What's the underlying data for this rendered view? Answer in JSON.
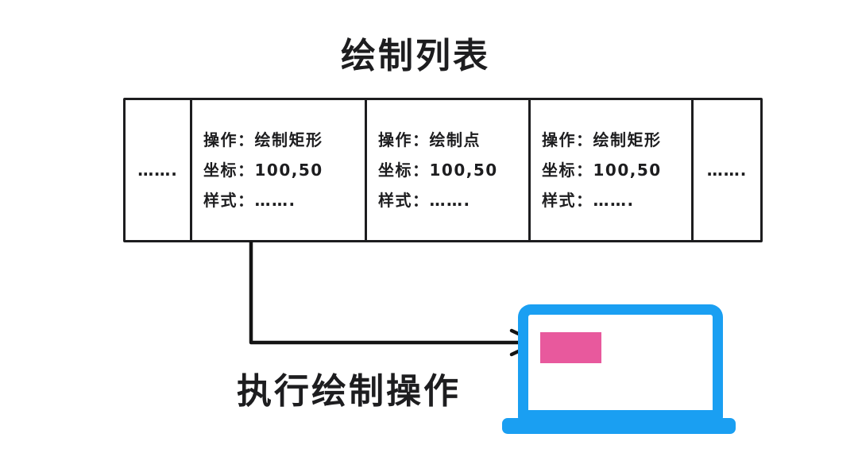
{
  "title": "绘制列表",
  "draw_list": {
    "cells": [
      {
        "type": "ellipsis",
        "text": "……."
      },
      {
        "type": "operation",
        "op": "操作：绘制矩形",
        "coord": "坐标：100,50",
        "style": "样式：……."
      },
      {
        "type": "operation",
        "op": "操作：绘制点",
        "coord": "坐标：100,50",
        "style": "样式：……."
      },
      {
        "type": "operation",
        "op": "操作：绘制矩形",
        "coord": "坐标：100,50",
        "style": "样式：……."
      },
      {
        "type": "ellipsis",
        "text": "……."
      }
    ]
  },
  "action_label": "执行绘制操作",
  "colors": {
    "ink": "#1d1d1f",
    "laptop_blue": "#1A9FF2",
    "rect_pink": "#E8599D"
  }
}
